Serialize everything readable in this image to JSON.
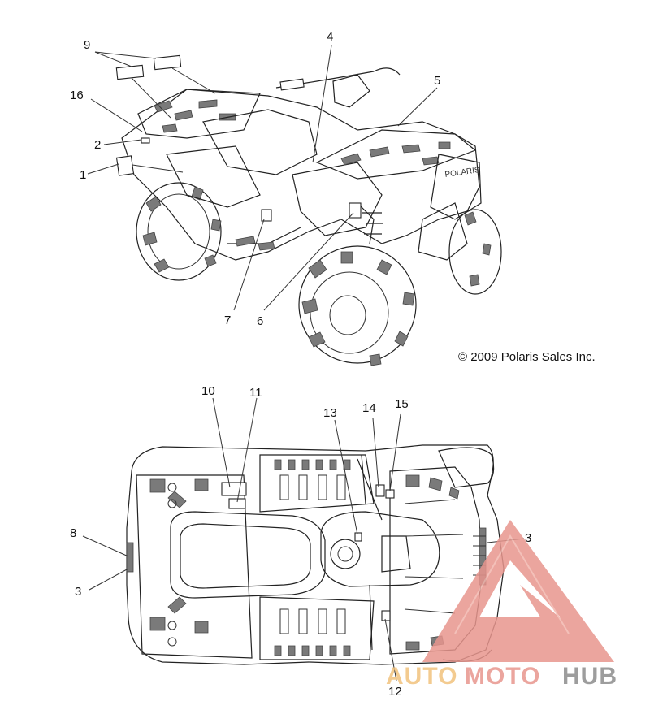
{
  "copyright": "© 2009 Polaris Sales Inc.",
  "watermark": {
    "part1": "AUTO",
    "part2": "MOTO",
    "part3": "HUB",
    "color_primary": "#e8968e",
    "color_accent": "#f1c27d",
    "color_dark": "#8c8c8c"
  },
  "callouts_top": {
    "c1": "1",
    "c2": "2",
    "c4": "4",
    "c5": "5",
    "c6": "6",
    "c7": "7",
    "c9": "9",
    "c16": "16"
  },
  "callouts_bottom": {
    "c3a": "3",
    "c3b": "3",
    "c8": "8",
    "c10": "10",
    "c11": "11",
    "c12": "12",
    "c13": "13",
    "c14": "14",
    "c15": "15"
  }
}
